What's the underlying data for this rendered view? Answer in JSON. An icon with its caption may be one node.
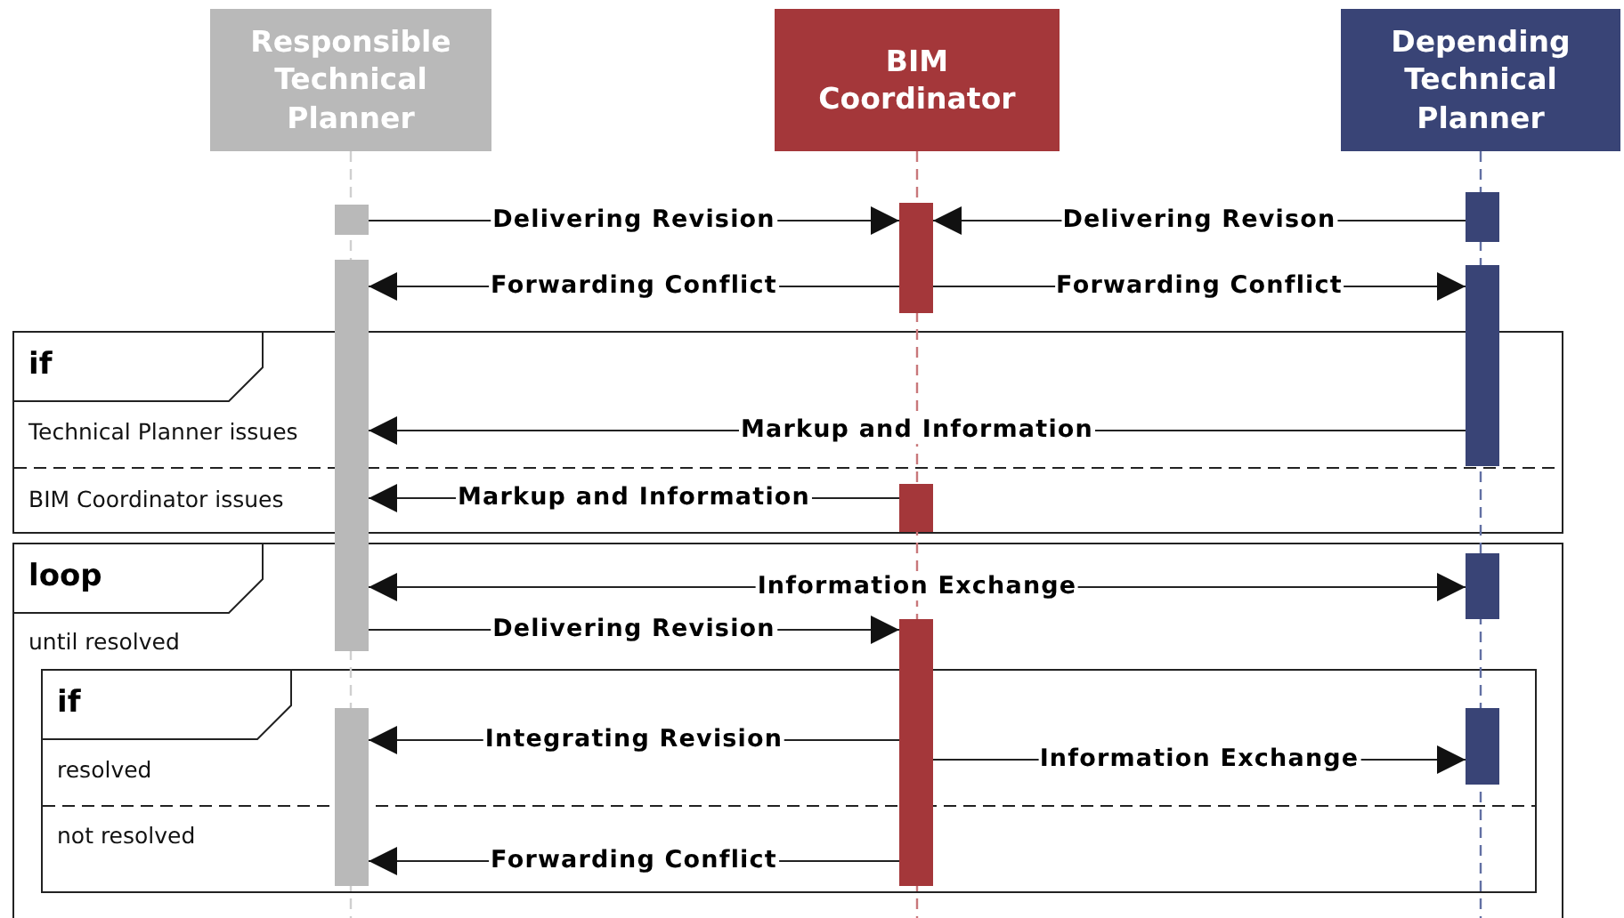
{
  "diagram": {
    "nodes": [
      {
        "text": [
          "Responsible Technical Planner"
        ]
      },
      {
        "text": [
          "BIM Coordinator"
        ]
      },
      {
        "text": [
          "Depending Technical Planner"
        ]
      },
      {
        "text": [
          "if",
          "Technical Planner issues",
          "BIM Coordinator issues"
        ]
      },
      {
        "text": [
          "loop",
          "until resolved"
        ]
      },
      {
        "text": [
          "if",
          "resolved",
          "not resolved"
        ],
        "in": 4
      },
      {
        "text": [],
        "shape": "bar"
      },
      {
        "text": [],
        "shape": "bar"
      },
      {
        "text": [],
        "shape": "bar",
        "in": 5
      },
      {
        "text": [],
        "shape": "bar"
      },
      {
        "text": [],
        "shape": "bar",
        "in": 3
      },
      {
        "text": [],
        "shape": "bar",
        "in": 4
      },
      {
        "text": [],
        "shape": "bar"
      },
      {
        "text": [],
        "shape": "bar"
      },
      {
        "text": [],
        "shape": "bar",
        "in": 4
      },
      {
        "text": [],
        "shape": "bar",
        "in": 5
      }
    ],
    "edges": [
      {
        "from": 6,
        "to": 9,
        "arrow": "to",
        "label": "Delivering Revision"
      },
      {
        "from": 12,
        "to": 9,
        "arrow": "to",
        "label": "Delivering Revison"
      },
      {
        "from": 9,
        "to": 7,
        "arrow": "to",
        "label": "Forwarding Conflict"
      },
      {
        "from": 9,
        "to": 13,
        "arrow": "to",
        "label": "Forwarding Conflict"
      },
      {
        "from": 13,
        "to": 7,
        "arrow": "to",
        "label": "Markup and Information"
      },
      {
        "from": 10,
        "to": 7,
        "arrow": "to",
        "label": "Markup and Information"
      },
      {
        "from": 7,
        "to": 14,
        "arrow": "both",
        "label": "Information Exchange"
      },
      {
        "from": 7,
        "to": 11,
        "arrow": "to",
        "label": "Delivering Revision"
      },
      {
        "from": 11,
        "to": 8,
        "arrow": "to",
        "label": "Integrating Revision"
      },
      {
        "from": 11,
        "to": 15,
        "arrow": "to",
        "label": "Information Exchange"
      },
      {
        "from": 11,
        "to": 8,
        "arrow": "to",
        "label": "Forwarding Conflict"
      },
      {
        "from": 0,
        "to": null,
        "arrow": "none",
        "style": "dashed",
        "color": "#cfcfcf"
      },
      {
        "from": 1,
        "to": null,
        "arrow": "none",
        "style": "dashed",
        "color": "#c8777a"
      },
      {
        "from": 2,
        "to": null,
        "arrow": "none",
        "style": "dashed",
        "color": "#6270a3"
      }
    ]
  }
}
